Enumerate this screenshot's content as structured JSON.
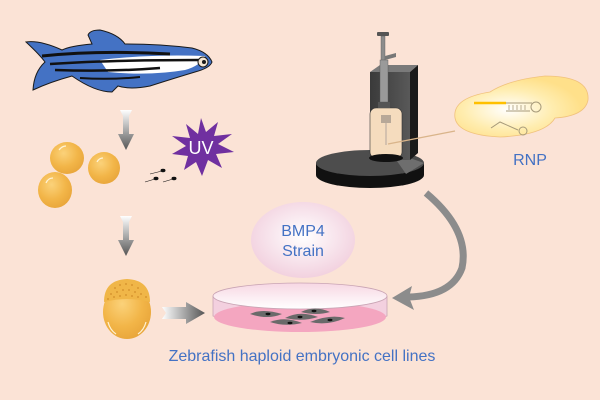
{
  "diagram": {
    "title": "Zebrafish haploid embryonic cell line generation workflow",
    "labels": {
      "uv": "UV",
      "rnp": "RNP",
      "bmp4_line1": "BMP4",
      "bmp4_line2": "Strain",
      "caption": "Zebrafish haploid embryonic cell lines"
    },
    "colors": {
      "background": "#FBE3D6",
      "label_text": "#4472C4",
      "uv_star": "#7030A0",
      "fish_body": "#4472C4",
      "egg": "#F0B24A",
      "rnp_blob": "#FFE699",
      "guide_rna": "#FFC000",
      "dish_medium": "#F4A6C0",
      "arrow": "#7F7F7F",
      "instrument": "#404040"
    },
    "steps": [
      {
        "id": "zebrafish",
        "description": "Adult zebrafish"
      },
      {
        "id": "eggs",
        "description": "Unfertilized eggs"
      },
      {
        "id": "uv-sperm",
        "description": "UV-irradiated sperm"
      },
      {
        "id": "haploid-embryo",
        "description": "Haploid embryo"
      },
      {
        "id": "culture-dish",
        "description": "Cell culture dish"
      },
      {
        "id": "rnp-electroporation",
        "description": "RNP delivery device"
      }
    ]
  }
}
